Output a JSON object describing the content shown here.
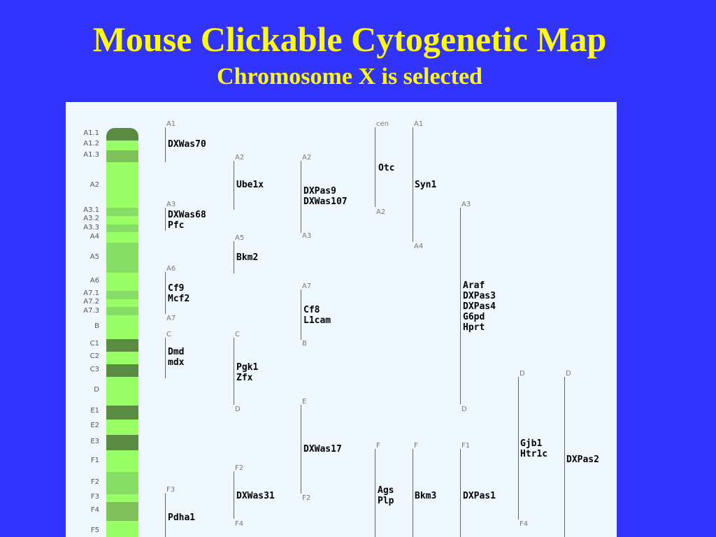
{
  "title": "Mouse Clickable Cytogenetic Map",
  "subtitle": "Chromosome X is selected",
  "chromosome": {
    "bands": [
      {
        "label": "A1.1",
        "fill": "#5b8a43"
      },
      {
        "label": "A1.2",
        "fill": "#99ff66"
      },
      {
        "label": "A1.3",
        "fill": "#7fc05a"
      },
      {
        "label": "A2",
        "fill": "#99ff66"
      },
      {
        "label": "A3.1",
        "fill": "#88dd66"
      },
      {
        "label": "A3.2",
        "fill": "#99ff66"
      },
      {
        "label": "A3.3",
        "fill": "#88dd66"
      },
      {
        "label": "A4",
        "fill": "#99ff66"
      },
      {
        "label": "A5",
        "fill": "#88dd66"
      },
      {
        "label": "A6",
        "fill": "#99ff66"
      },
      {
        "label": "A7.1",
        "fill": "#88dd66"
      },
      {
        "label": "A7.2",
        "fill": "#99ff66"
      },
      {
        "label": "A7.3",
        "fill": "#88dd66"
      },
      {
        "label": "B",
        "fill": "#99ff66"
      },
      {
        "label": "C1",
        "fill": "#5b8a43"
      },
      {
        "label": "C2",
        "fill": "#99ff66"
      },
      {
        "label": "C3",
        "fill": "#5b8a43"
      },
      {
        "label": "D",
        "fill": "#99ff66"
      },
      {
        "label": "E1",
        "fill": "#5b8a43"
      },
      {
        "label": "E2",
        "fill": "#99ff66"
      },
      {
        "label": "E3",
        "fill": "#5b8a43"
      },
      {
        "label": "F1",
        "fill": "#99ff66"
      },
      {
        "label": "F2",
        "fill": "#88dd66"
      },
      {
        "label": "F3",
        "fill": "#99ff66"
      },
      {
        "label": "F4",
        "fill": "#7fc05a"
      },
      {
        "label": "F5",
        "fill": "#99ff66"
      }
    ]
  },
  "tick_labels": {
    "a1": "A1",
    "a3": "A3",
    "a6": "A6",
    "a7": "A7",
    "c": "C",
    "f3": "F3",
    "a2": "A2",
    "a5": "A5",
    "d": "D",
    "f2": "F2",
    "f4": "F4",
    "a7b": "A7",
    "b": "B",
    "e": "E",
    "cen": "cen",
    "f": "F",
    "a4": "A4",
    "f1": "F1"
  },
  "genes": {
    "dxwas70": "DXWas70",
    "dxwas68_pfc": "DXWas68\nPfc",
    "cf9_mcf2": "Cf9\nMcf2",
    "dmd_mdx": "Dmd\nmdx",
    "pdha1": "Pdha1",
    "ube1x": "Ube1x",
    "bkm2": "Bkm2",
    "pgk1_zfx": "Pgk1\nZfx",
    "dxwas31": "DXWas31",
    "dxpas9_dxwas107": "DXPas9\nDXWas107",
    "cf8_l1cam": "Cf8\nL1cam",
    "dxwas17": "DXWas17",
    "otc": "Otc",
    "ags_plp": "Ags\nPlp",
    "syn1": "Syn1",
    "bkm3": "Bkm3",
    "araf_group": "Araf\nDXPas3\nDXPas4\nG6pd\nHprt",
    "dxpas1": "DXPas1",
    "gjb1_htr1c": "Gjb1\nHtr1c",
    "dxpas2": "DXPas2"
  }
}
